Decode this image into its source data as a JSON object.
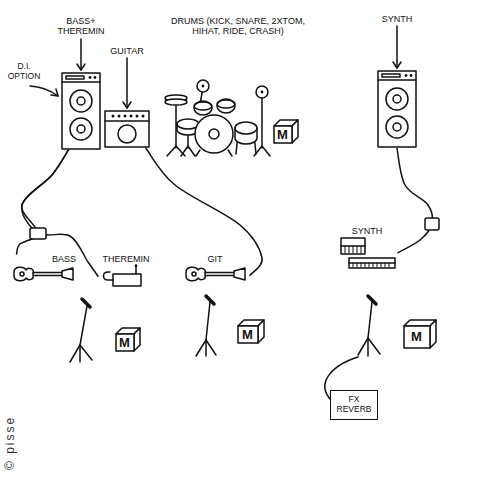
{
  "diagram": {
    "nodes": [
      {
        "text": [
          "BASS+ THEREMIN"
        ]
      },
      {
        "text": [
          "GUITAR"
        ]
      },
      {
        "text": [
          "M"
        ]
      },
      {
        "text": [
          "SYNTH"
        ]
      },
      {
        "text": [
          "BASS"
        ]
      },
      {
        "text": [
          "THEREMIN"
        ]
      },
      {
        "text": [
          "GIT"
        ]
      },
      {
        "text": [
          "SYNTH"
        ]
      },
      {
        "text": [
          "M"
        ]
      },
      {
        "text": [
          "M"
        ]
      },
      {
        "text": [
          "M"
        ]
      },
      {
        "text": [
          "FX REVERB"
        ]
      }
    ],
    "edges": [
      {
        "from": 0,
        "to": 4,
        "arrow": "none"
      },
      {
        "from": 0,
        "to": 5,
        "arrow": "none"
      },
      {
        "from": 1,
        "to": 6,
        "arrow": "none"
      },
      {
        "from": 3,
        "to": 7,
        "arrow": "none"
      }
    ],
    "labels": [
      "D.I. OPTION",
      "DRUMS (KICK, SNARE, 2XTOM, HIHAT, RIDE, CRASH)",
      "© pisse"
    ]
  }
}
